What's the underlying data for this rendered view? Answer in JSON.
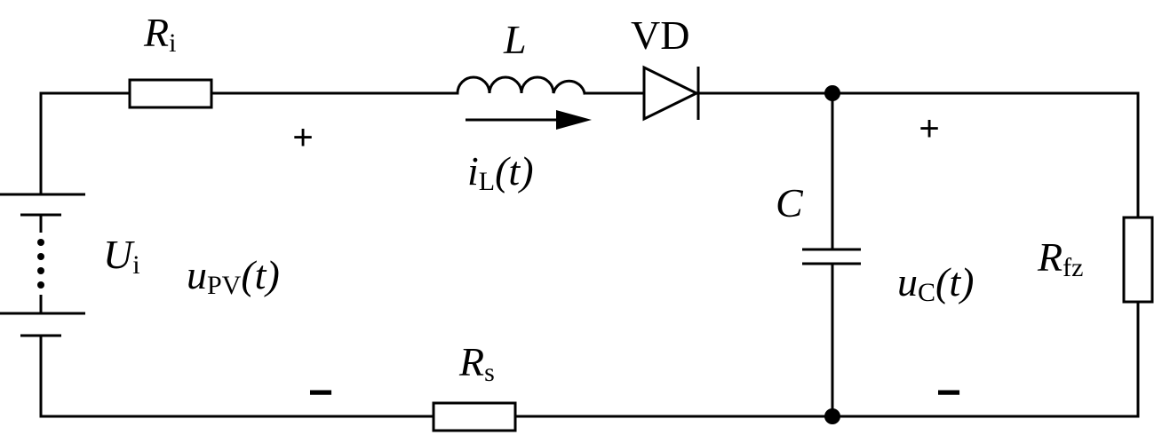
{
  "labels": {
    "ri": {
      "main": "R",
      "sub": "i"
    },
    "l": {
      "main": "L"
    },
    "vd": {
      "main": "VD"
    },
    "il": {
      "main": "i",
      "sub": "L",
      "arg": "(t)"
    },
    "c": {
      "main": "C"
    },
    "ui": {
      "main": "U",
      "sub": "i"
    },
    "upv": {
      "main": "u",
      "sub": "PV",
      "arg": "(t)"
    },
    "uc": {
      "main": "u",
      "sub": "C",
      "arg": "(t)"
    },
    "rfz": {
      "main": "R",
      "sub": "fz"
    },
    "rs": {
      "main": "R",
      "sub": "s"
    }
  },
  "polarity": {
    "pv_plus": "+",
    "pv_minus": "−",
    "c_plus": "+",
    "c_minus": "−"
  }
}
